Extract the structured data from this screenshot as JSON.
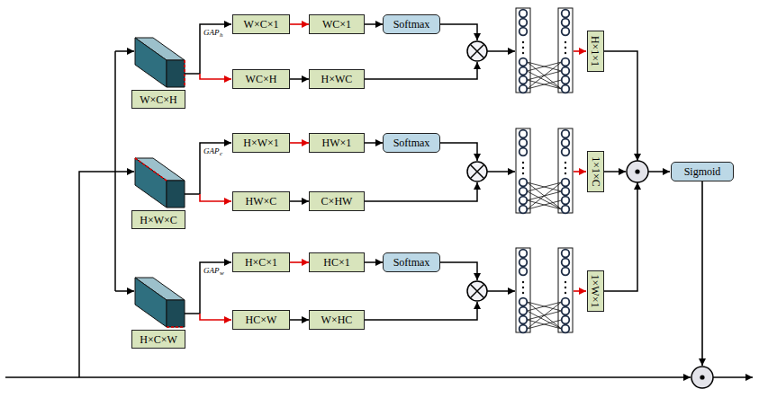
{
  "diagram": {
    "nodes": [
      {
        "text": [
          "W×C×1"
        ]
      },
      {
        "text": [
          "WC×1"
        ]
      },
      {
        "text": [
          "Softmax"
        ]
      },
      {
        "text": [
          "H×1×1"
        ]
      },
      {
        "text": [
          "W×C×H"
        ]
      },
      {
        "text": [
          "WC×H"
        ]
      },
      {
        "text": [
          "H×WC"
        ]
      },
      {
        "text": [
          "H×W×1"
        ]
      },
      {
        "text": [
          "HW×1"
        ]
      },
      {
        "text": [
          "Softmax"
        ]
      },
      {
        "text": [
          "1×1×C"
        ]
      },
      {
        "text": [
          "Sigmoid"
        ]
      },
      {
        "text": [
          "H×W×C"
        ]
      },
      {
        "text": [
          "HW×C"
        ]
      },
      {
        "text": [
          "C×HW"
        ]
      },
      {
        "text": [
          "H×C×1"
        ]
      },
      {
        "text": [
          "HC×1"
        ]
      },
      {
        "text": [
          "Softmax"
        ]
      },
      {
        "text": [
          "1×W×1"
        ]
      },
      {
        "text": [
          "H×C×W"
        ]
      },
      {
        "text": [
          "HC×W"
        ]
      },
      {
        "text": [
          "W×HC"
        ]
      }
    ],
    "edges": [
      {
        "from": 0,
        "to": 1,
        "arrow": "to"
      },
      {
        "from": 1,
        "to": 2,
        "arrow": "to"
      },
      {
        "from": 5,
        "to": 6,
        "arrow": "to"
      },
      {
        "from": 7,
        "to": 8,
        "arrow": "to"
      },
      {
        "from": 8,
        "to": 9,
        "arrow": "to"
      },
      {
        "from": 13,
        "to": 14,
        "arrow": "to"
      },
      {
        "from": 15,
        "to": 16,
        "arrow": "to"
      },
      {
        "from": 16,
        "to": 17,
        "arrow": "to"
      },
      {
        "from": 20,
        "to": 21,
        "arrow": "to"
      }
    ],
    "labels": [
      "GAP",
      "h",
      "GAP",
      "c",
      "GAP",
      "w"
    ]
  }
}
